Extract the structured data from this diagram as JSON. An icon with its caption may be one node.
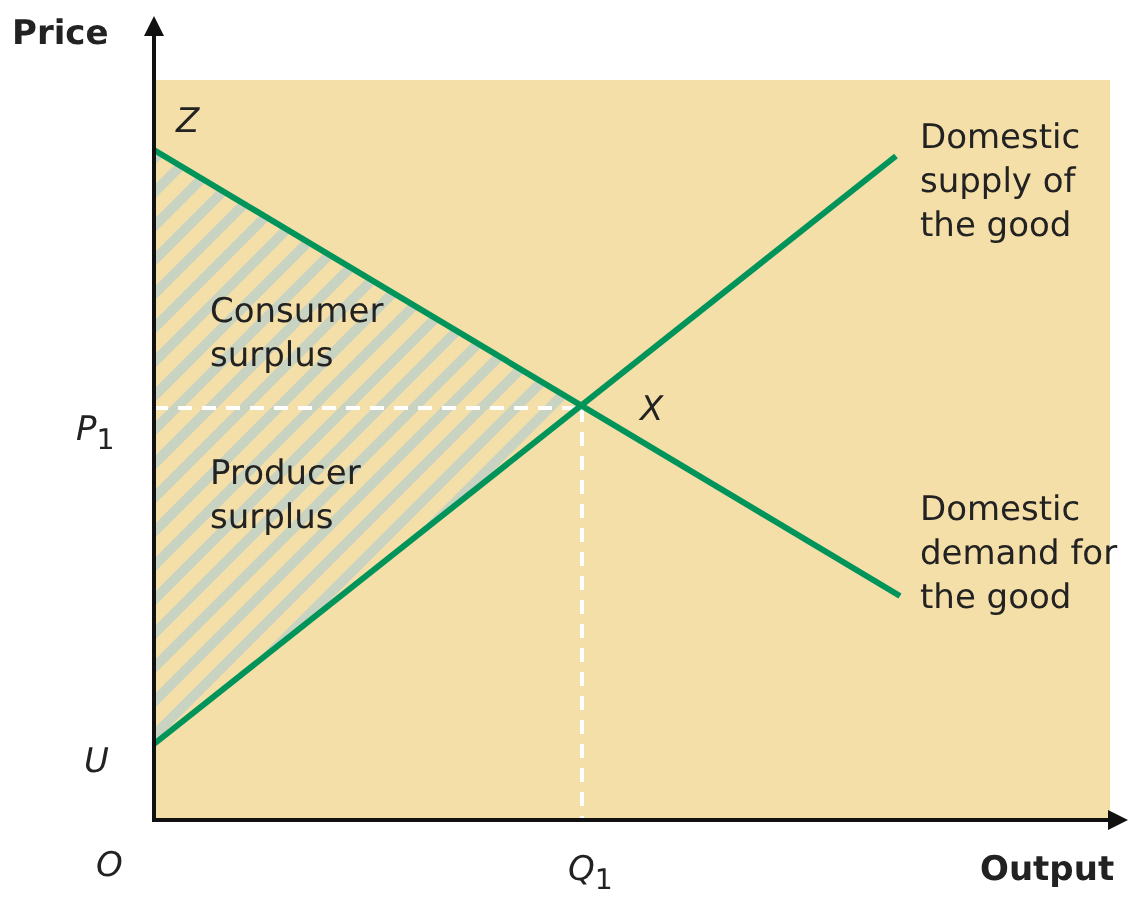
{
  "diagram": {
    "labels": [
      "Price",
      "*Z*",
      "Domestic supply of the good",
      "Consumer surplus",
      "*P*$_{1}$",
      "*X*",
      "Producer surplus",
      "Domestic demand for the good",
      "*U*",
      "*O*",
      "*Q*$_{1}$",
      "Output"
    ]
  }
}
